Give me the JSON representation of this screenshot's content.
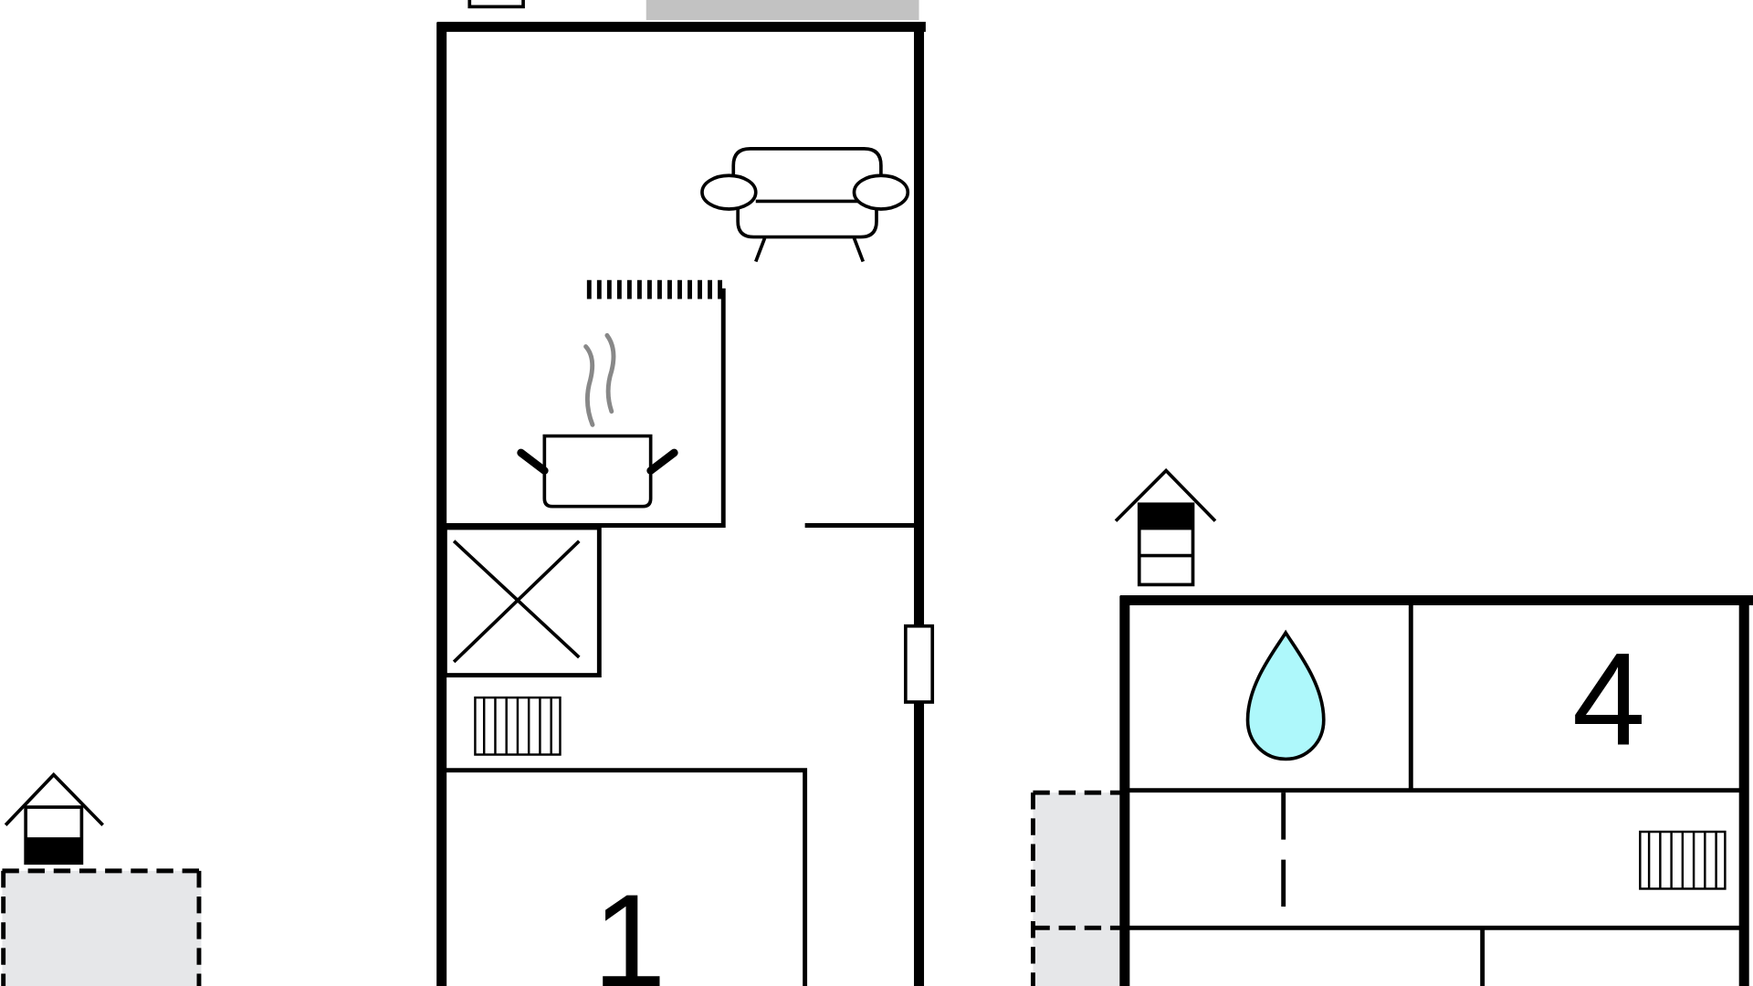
{
  "floorplan": {
    "rooms": [
      {
        "id": "bedroom-1",
        "label": "1"
      },
      {
        "id": "bedroom-4",
        "label": "4"
      }
    ],
    "symbols": [
      "sofa-icon",
      "cooking-pot-icon",
      "stove-x-icon",
      "radiator-icon",
      "water-drop-icon",
      "house-icon"
    ],
    "colors": {
      "walls": "#000000",
      "terrace": "#e6e7e9",
      "water": "#aef8fb",
      "steam": "#888888",
      "door_strip": "#c2c2c2"
    }
  }
}
